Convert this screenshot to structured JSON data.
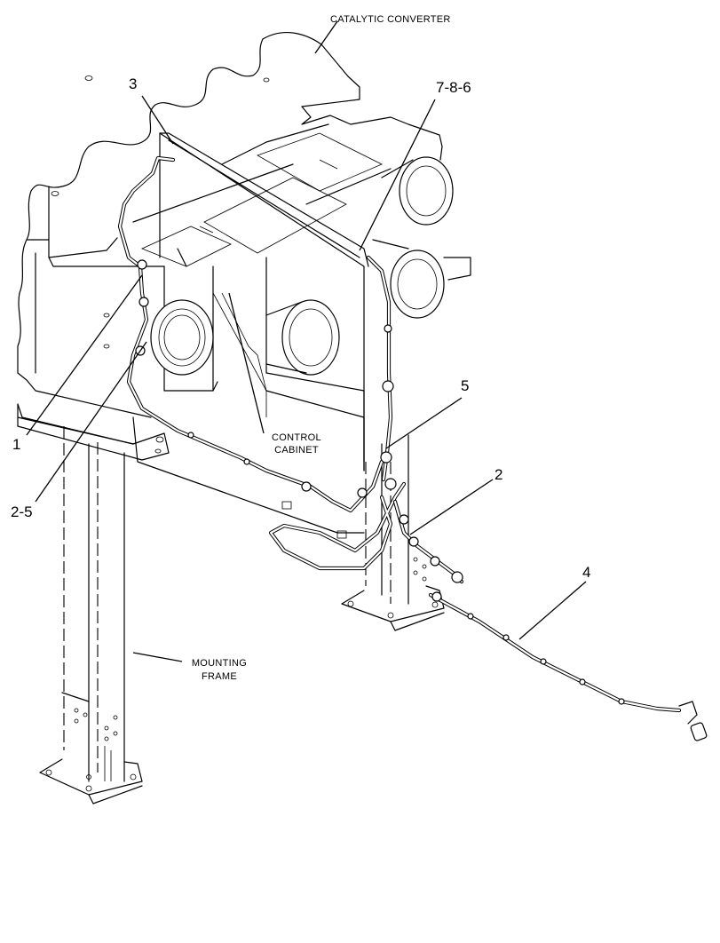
{
  "labels": {
    "catalytic_converter": "CATALYTIC CONVERTER",
    "control_cabinet_line1": "CONTROL",
    "control_cabinet_line2": "CABINET",
    "mounting_frame_line1": "MOUNTING",
    "mounting_frame_line2": "FRAME"
  },
  "callouts": {
    "c1": "1",
    "c2": "2",
    "c2_5": "2-5",
    "c3": "3",
    "c4": "4",
    "c5": "5",
    "c7_8_6": "7-8-6"
  }
}
